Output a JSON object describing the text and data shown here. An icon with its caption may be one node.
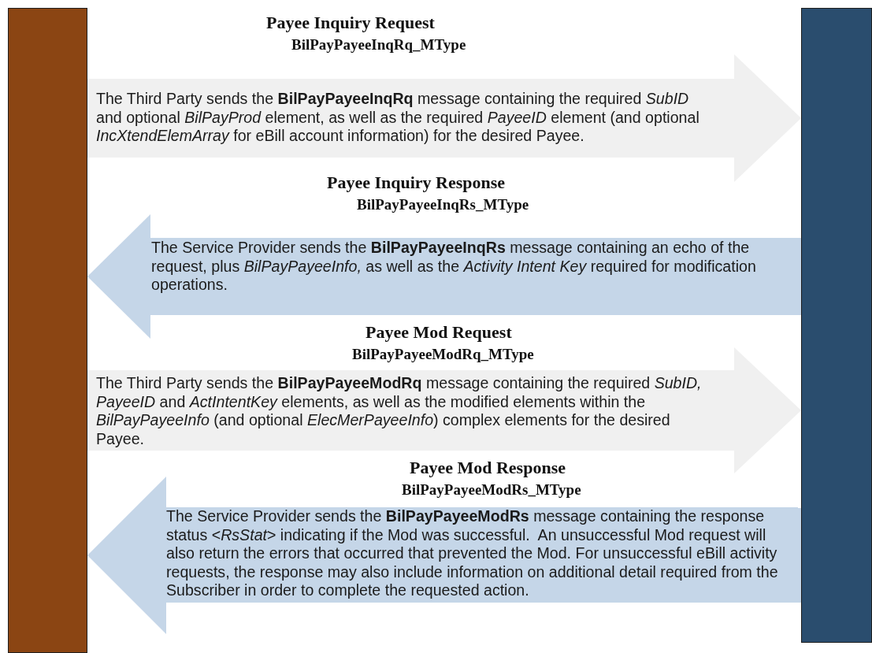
{
  "diagram": {
    "nodes": [
      {
        "text": [],
        "shape": "bar"
      },
      {
        "text": [],
        "shape": "bar"
      }
    ],
    "edges": [
      {
        "from": 0,
        "to": 1,
        "arrow": "to",
        "label": "The Third Party sends the **BilPayPayeeInqRq** message containing the required *SubID* and optional *BilPayProd* element, as well as the required *PayeeID* element (and optional *IncXtendElemArray* for eBill account information) for the desired Payee."
      },
      {
        "from": 1,
        "to": 0,
        "arrow": "to",
        "color": "#c5d6e8",
        "label": "The Service Provider sends the **BilPayPayeeInqRs** message containing an echo of the request, plus *BilPayPayeeInfo,* as well as the *Activity Intent Key* required for modification operations."
      },
      {
        "from": 0,
        "to": 1,
        "arrow": "to",
        "label": "The Third Party sends the **BilPayPayeeModRq** message containing the required *SubID, PayeeID* and *ActIntentKey* elements, as well as the modified elements within the *BilPayPayeeInfo* (and optional *ElecMerPayeeInfo*) complex elements for the desired Payee."
      },
      {
        "from": 1,
        "to": 0,
        "arrow": "to",
        "color": "#c5d6e8",
        "label": "The Service Provider sends the **BilPayPayeeModRs** message containing the response status <*RsStat*> indicating if the Mod was successful.  An unsuccessful Mod request will also return the errors that occurred that prevented the Mod. For unsuccessful eBill activity requests, the response may also include information on additional detail required from the Subscriber in order to complete the requested action."
      }
    ],
    "labels": [
      "Payee Inquiry Request",
      "BilPayPayeeInqRq_MType",
      "Payee Inquiry Response",
      "BilPayPayeeInqRs_MType",
      "Payee Mod Request",
      "BilPayPayeeModRq_MType",
      "Payee Mod Response",
      "BilPayPayeeModRs_MType"
    ]
  }
}
